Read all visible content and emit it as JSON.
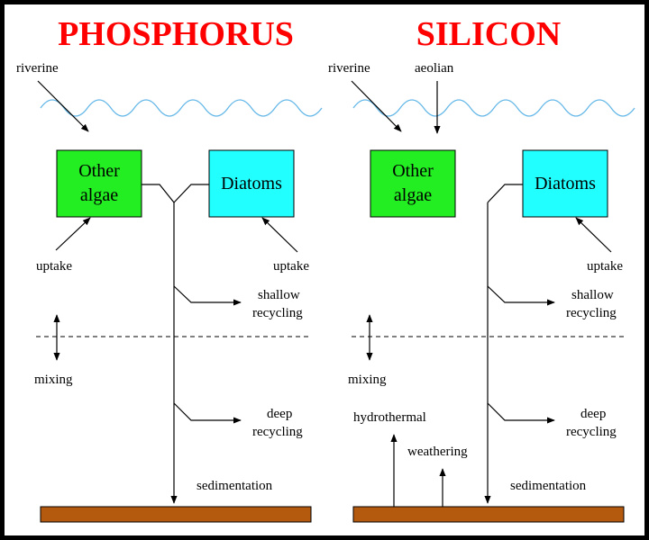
{
  "phosphorus": {
    "title": "PHOSPHORUS",
    "riverine": "riverine",
    "other_algae_line1": "Other",
    "other_algae_line2": "algae",
    "diatoms": "Diatoms",
    "uptake_left": "uptake",
    "uptake_right": "uptake",
    "shallow1": "shallow",
    "shallow2": "recycling",
    "mixing": "mixing",
    "deep1": "deep",
    "deep2": "recycling",
    "sedimentation": "sedimentation"
  },
  "silicon": {
    "title": "SILICON",
    "riverine": "riverine",
    "aeolian": "aeolian",
    "other_algae_line1": "Other",
    "other_algae_line2": "algae",
    "diatoms": "Diatoms",
    "uptake_right": "uptake",
    "shallow1": "shallow",
    "shallow2": "recycling",
    "mixing": "mixing",
    "hydrothermal": "hydrothermal",
    "weathering": "weathering",
    "deep1": "deep",
    "deep2": "recycling",
    "sedimentation": "sedimentation"
  },
  "colors": {
    "title": "#ff0000",
    "other_algae": "#22ee22",
    "diatoms": "#22ffff",
    "sediment": "#b35a0f",
    "water_surface": "#66b8e8"
  }
}
